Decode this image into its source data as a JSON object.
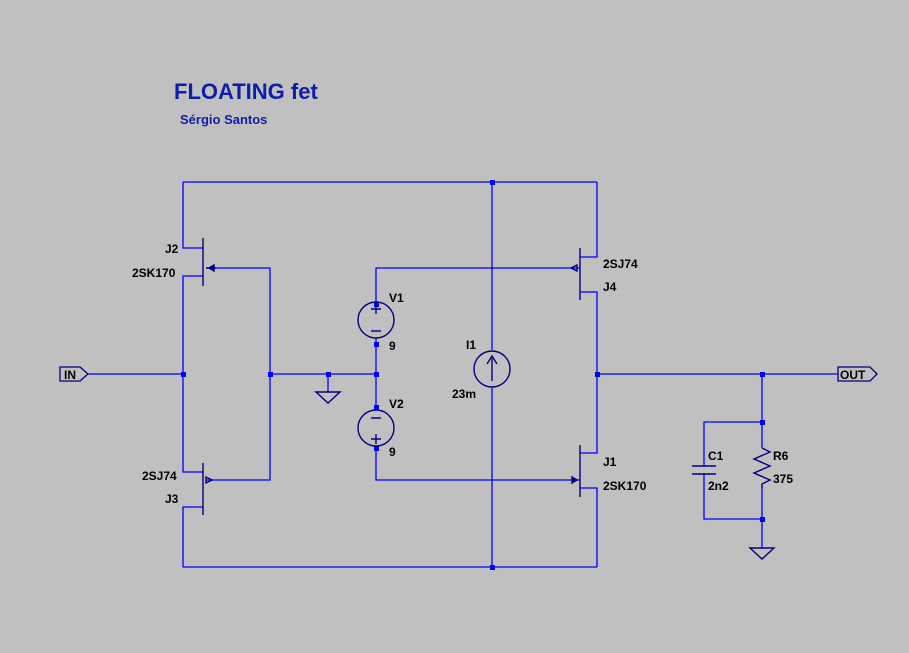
{
  "title": "FLOATING fet",
  "author": "Sérgio Santos",
  "ports": {
    "in": "IN",
    "out": "OUT"
  },
  "components": {
    "j2": {
      "ref": "J2",
      "model": "2SK170"
    },
    "j3": {
      "ref": "J3",
      "model": "2SJ74"
    },
    "j4": {
      "ref": "J4",
      "model": "2SJ74"
    },
    "j1": {
      "ref": "J1",
      "model": "2SK170"
    },
    "v1": {
      "ref": "V1",
      "value": "9"
    },
    "v2": {
      "ref": "V2",
      "value": "9"
    },
    "i1": {
      "ref": "I1",
      "value": "23m"
    },
    "c1": {
      "ref": "C1",
      "value": "2n2"
    },
    "r6": {
      "ref": "R6",
      "value": "375"
    }
  },
  "colors": {
    "background": "#c0c0c0",
    "wire": "#0000ff",
    "symbol": "#000080",
    "title": "#0d1ea8",
    "label": "#000000"
  }
}
